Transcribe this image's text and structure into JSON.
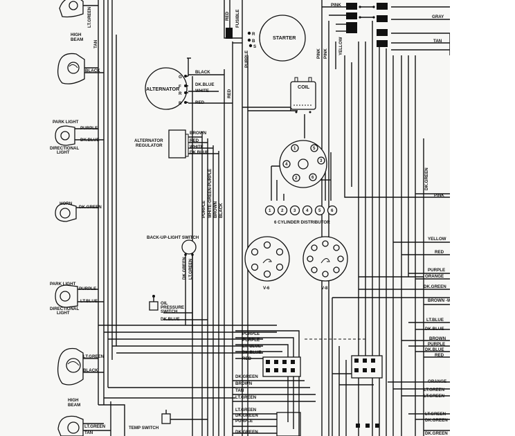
{
  "components": {
    "starter": "STARTER",
    "coil": "COIL",
    "alternator": "ALTERNATOR",
    "alt_terminals": [
      "G",
      "F",
      "R",
      "B"
    ],
    "starter_terminals": [
      "R",
      "B",
      "S"
    ],
    "fusible": "FUSIBLE",
    "regulator_line1": "ALTERNATOR",
    "regulator_line2": "REGULATOR",
    "distributor": "6 CYLINDER DISTRIBUTOR",
    "dist_numbers": [
      "1",
      "2",
      "3",
      "4",
      "5",
      "6"
    ],
    "v6": "V-6",
    "v8": "V-8",
    "backup_switch": "BACK-UP-LIGHT SWITCH",
    "oil_line1": "OIL",
    "oil_line2": "PRESSURE",
    "oil_line3": "SWITCH",
    "temp_switch": "TEMP SWITCH",
    "horn": "HORN",
    "park_light": "PARK LIGHT",
    "directional_line1": "DIRECTIONAL",
    "directional_line2": "LIGHT",
    "high_line1": "HIGH",
    "high_line2": "BEAM"
  },
  "wire_labels": {
    "black": "BLACK",
    "dk_blue": "DK.BLUE",
    "white": "WHITE",
    "red": "RED",
    "brown": "BROWN",
    "purple": "PURPLE",
    "lt_green": "LT.GREEN",
    "tan": "TAN",
    "dk_green": "DK.GREEN",
    "pink": "PINK",
    "yellow": "YELLOW",
    "gray": "GRAY",
    "orange": "ORANGE",
    "lt_blue": "LT.BLUE",
    "lt_dash_blue": "LT.-BLUE",
    "lt_blue_short": "LT.BLUE",
    "brown_white": "BROWN -WHITE",
    "white_green_purple": "WHITE-GREEN-PURPLE",
    "dk_blue_v": "DK.BLUE",
    "lt_green_v": "LT.GREEN",
    "dk_green_v": "DK.GREEN"
  }
}
